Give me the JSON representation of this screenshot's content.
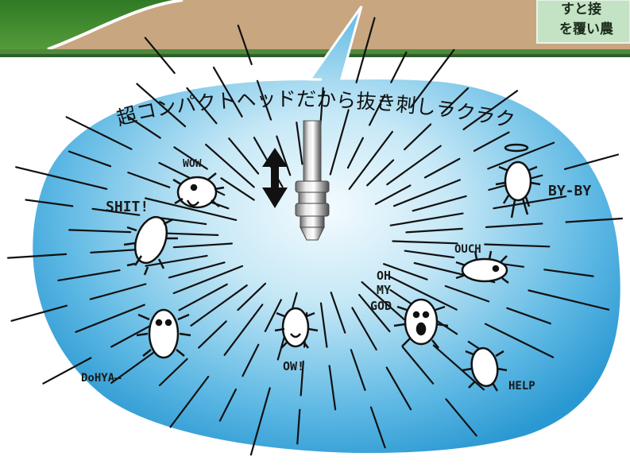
{
  "headline": "超コンパクトヘッドだから抜き刺しラクラク",
  "corner_box": {
    "line1": "すと接",
    "line2": "を覆い農"
  },
  "exclamations": {
    "wow": "WOW",
    "shit": "SHIT!",
    "by_by": "BY-BY",
    "ouch": "OUCH",
    "oh_my_god_1": "OH",
    "oh_my_god_2": "MY",
    "oh_my_god_3": "GOD",
    "ow": "OW!",
    "dohya": "DoHYA—",
    "help": "HELP"
  },
  "colors": {
    "bubble_center": "#eaf6fb",
    "bubble_edge": "#2f9fd6",
    "ground": "#c9a882",
    "grass": "#3f8a2c",
    "label_box": "#c4e3c4"
  },
  "icons": [
    "double-arrow-icon",
    "probe-sensor-icon",
    "mite-characters"
  ]
}
